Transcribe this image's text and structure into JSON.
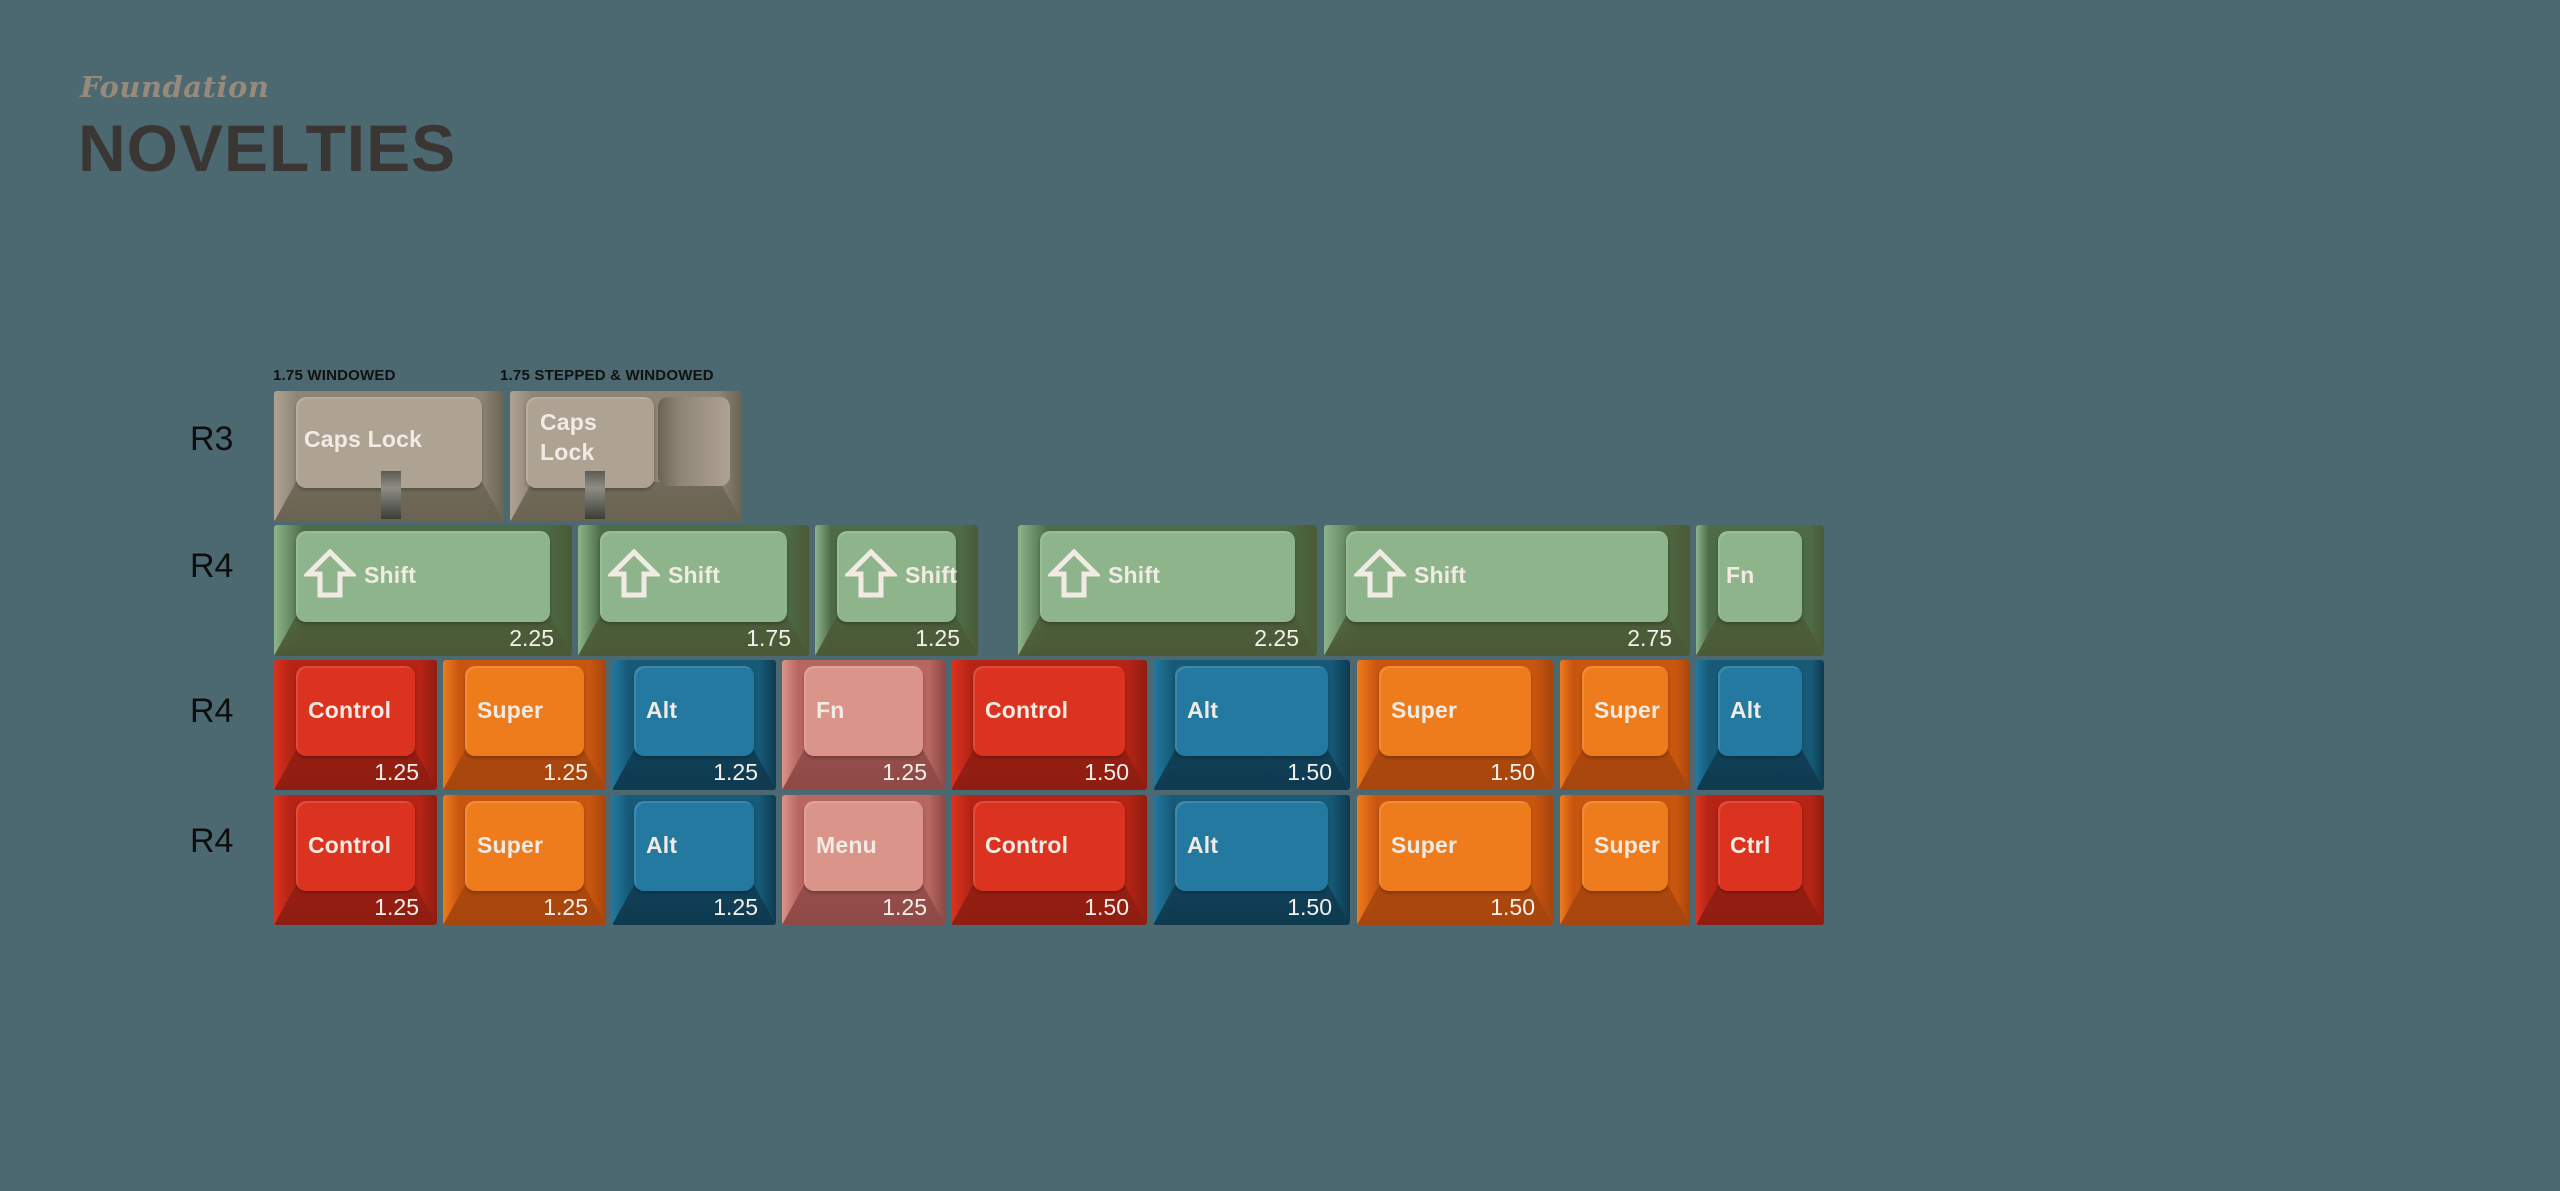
{
  "header": {
    "subtitle": "Foundation",
    "title": "NOVELTIES"
  },
  "variant_labels": {
    "caps_windowed": "1.75 WINDOWED",
    "caps_stepped": "1.75 STEPPED & WINDOWED"
  },
  "rows": [
    {
      "label": "R3",
      "keys": [
        {
          "legend": "Caps Lock",
          "size": "",
          "color": "beige",
          "variant": "1.75 windowed"
        },
        {
          "legend": "Caps\nLock",
          "size": "",
          "color": "beige",
          "variant": "1.75 stepped & windowed"
        }
      ]
    },
    {
      "label": "R4",
      "keys": [
        {
          "legend": "Shift",
          "size": "2.25",
          "color": "green",
          "icon": "shift-arrow-icon"
        },
        {
          "legend": "Shift",
          "size": "1.75",
          "color": "green",
          "icon": "shift-arrow-icon"
        },
        {
          "legend": "Shift",
          "size": "1.25",
          "color": "green",
          "icon": "shift-arrow-icon"
        },
        {
          "legend": "Shift",
          "size": "2.25",
          "color": "green",
          "icon": "shift-arrow-icon"
        },
        {
          "legend": "Shift",
          "size": "2.75",
          "color": "green",
          "icon": "shift-arrow-icon"
        },
        {
          "legend": "Fn",
          "size": "",
          "color": "green"
        }
      ]
    },
    {
      "label": "R4",
      "keys": [
        {
          "legend": "Control",
          "size": "1.25",
          "color": "red"
        },
        {
          "legend": "Super",
          "size": "1.25",
          "color": "orange"
        },
        {
          "legend": "Alt",
          "size": "1.25",
          "color": "blue"
        },
        {
          "legend": "Fn",
          "size": "1.25",
          "color": "pink"
        },
        {
          "legend": "Control",
          "size": "1.50",
          "color": "red"
        },
        {
          "legend": "Alt",
          "size": "1.50",
          "color": "blue"
        },
        {
          "legend": "Super",
          "size": "1.50",
          "color": "orange"
        },
        {
          "legend": "Super",
          "size": "",
          "color": "orange"
        },
        {
          "legend": "Alt",
          "size": "",
          "color": "blue"
        }
      ]
    },
    {
      "label": "R4",
      "keys": [
        {
          "legend": "Control",
          "size": "1.25",
          "color": "red"
        },
        {
          "legend": "Super",
          "size": "1.25",
          "color": "orange"
        },
        {
          "legend": "Alt",
          "size": "1.25",
          "color": "blue"
        },
        {
          "legend": "Menu",
          "size": "1.25",
          "color": "pink"
        },
        {
          "legend": "Control",
          "size": "1.50",
          "color": "red"
        },
        {
          "legend": "Alt",
          "size": "1.50",
          "color": "blue"
        },
        {
          "legend": "Super",
          "size": "1.50",
          "color": "orange"
        },
        {
          "legend": "Super",
          "size": "",
          "color": "orange"
        },
        {
          "legend": "Ctrl",
          "size": "",
          "color": "red"
        }
      ]
    }
  ],
  "colors": {
    "background": "#4c6870",
    "beige": {
      "face": "#aea293",
      "side": "#8f8576",
      "bottom": "#6a6352"
    },
    "green": {
      "face": "#8db48a",
      "side": "#4c6b46",
      "bottom": "#4b5a36"
    },
    "red": {
      "face": "#dc3320",
      "side": "#b52414",
      "bottom": "#8f1d12"
    },
    "orange": {
      "face": "#ee7b1c",
      "side": "#c9560f",
      "bottom": "#a6450d"
    },
    "blue": {
      "face": "#2379a0",
      "side": "#165a78",
      "bottom": "#0f3a50"
    },
    "pink": {
      "face": "#db948a",
      "side": "#b86760",
      "bottom": "#8e4946"
    }
  }
}
